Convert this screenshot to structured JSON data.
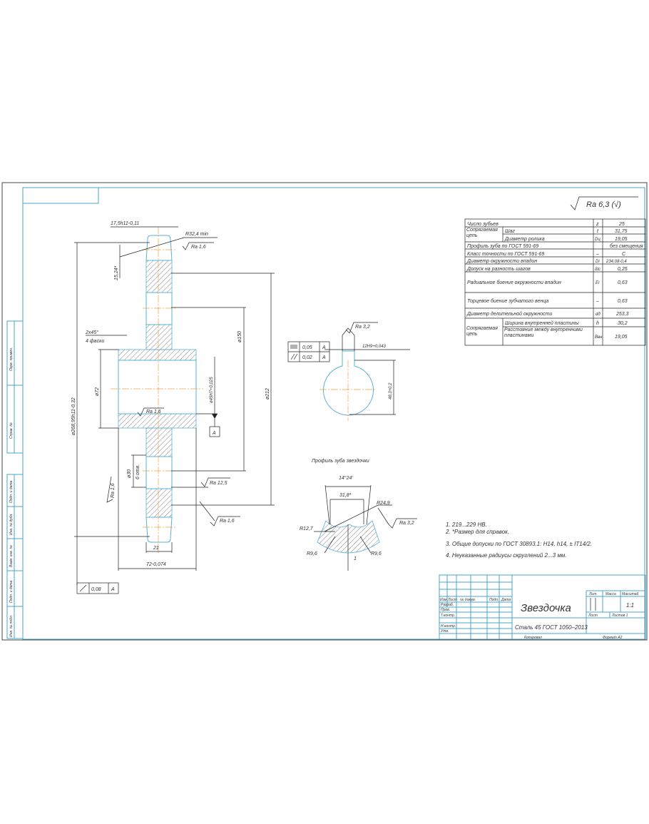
{
  "roughness_general": "Ra 6,3 (√)",
  "spec_table": {
    "rows": [
      {
        "label": "Число зубьев",
        "symbol": "z",
        "value": "25"
      },
      {
        "group": "Сопрягаемая цепь",
        "label": "Шаг",
        "symbol": "t",
        "value": "31,75"
      },
      {
        "label": "Диаметр ролика",
        "symbol": "Dц",
        "value": "19,05"
      },
      {
        "label": "Профиль зуба по ГОСТ 591-69",
        "symbol": "",
        "value": "без смещения"
      },
      {
        "label": "Класс точности по ГОСТ 591-69",
        "symbol": "–",
        "value": "С"
      },
      {
        "label": "Диаметр окружности впадин",
        "symbol": "Di",
        "value": "234,08-0,4"
      },
      {
        "label": "Допуск на разность шагов",
        "symbol": "δtc",
        "value": "0,25"
      },
      {
        "label": "Радиальное биение окружности впадин",
        "symbol": "Er",
        "value": "0,63"
      },
      {
        "label": "Торцевое биение зубчатого венца",
        "symbol": "–",
        "value": "0,63"
      },
      {
        "label": "Диаметр делительной окружности",
        "symbol": "dд",
        "value": "253,3"
      },
      {
        "group": "Сопрягаемая цепь",
        "label": "Ширина внутренней пластины",
        "symbol": "h",
        "value": "30,2"
      },
      {
        "label": "Расстояние между внутренними пластинами",
        "symbol": "Bвн",
        "value": "19,05"
      }
    ]
  },
  "dimensions": {
    "d1": "17,5h11-0,11",
    "d2": "R32,4 min",
    "d3": "Ra 1,6",
    "d4": "15,24*",
    "d5": "2x45°",
    "d6": "4 фаски",
    "d7": "ø268,95h11-0,32",
    "d8": "ø72",
    "d9": "ø150",
    "d10": "ø212",
    "d11": "ø45H7+0,025",
    "d12": "A",
    "d13": "Ra 1,6",
    "d14": "ø30",
    "d15": "6 отв.",
    "d16": "Ra 12,5",
    "d17": "Ra 1,6",
    "d18": "Ra 1,6",
    "d19": "21",
    "d20": "72-0,074",
    "d21": "0,08",
    "d22": "A"
  },
  "key_view": {
    "ra": "Ra 3,2",
    "tol1": "0,05",
    "base1": "A",
    "tol2": "0,02",
    "base2": "A",
    "width": "12H9+0,043",
    "depth": "48,3+0,2"
  },
  "tooth_profile": {
    "title": "Профиль зуба звездочки",
    "angle": "14°24'",
    "w": "31,8*",
    "r1": "R24,9",
    "ra": "Ra 3,2",
    "r2": "R12,7",
    "r3": "R9,6",
    "r4": "R9,6",
    "off": "1"
  },
  "notes": [
    "1. 219...229 НВ.",
    "2. *Размер для справок.",
    "3. Общие допуски по ГОСТ 30893.1: H14, h14, ± IT14/2.",
    "4. Неуказанные радиусы скруглений 2...3 мм."
  ],
  "title_block": {
    "cols": [
      "Изм",
      "Лист",
      "№ докум.",
      "Подп.",
      "Дата"
    ],
    "roles": [
      "Разраб.",
      "Пров.",
      "Т.контр.",
      "Н.контр.",
      "Утв."
    ],
    "title": "Звездочка",
    "material": "Сталь 45 ГОСТ 1050–2013",
    "lit": "Лит.",
    "mass": "Масса",
    "scale": "Масштаб",
    "scale_value": "1:1",
    "sheet": "Лист",
    "sheets": "Листов 1",
    "copied": "Копировал",
    "format": "Формат А2"
  },
  "side_stamps": [
    "Перв. примен.",
    "Справ. №",
    "Подп. и дата",
    "Инв. № дубл.",
    "Взам. инв. №",
    "Подп. и дата",
    "Инв. № подл."
  ]
}
